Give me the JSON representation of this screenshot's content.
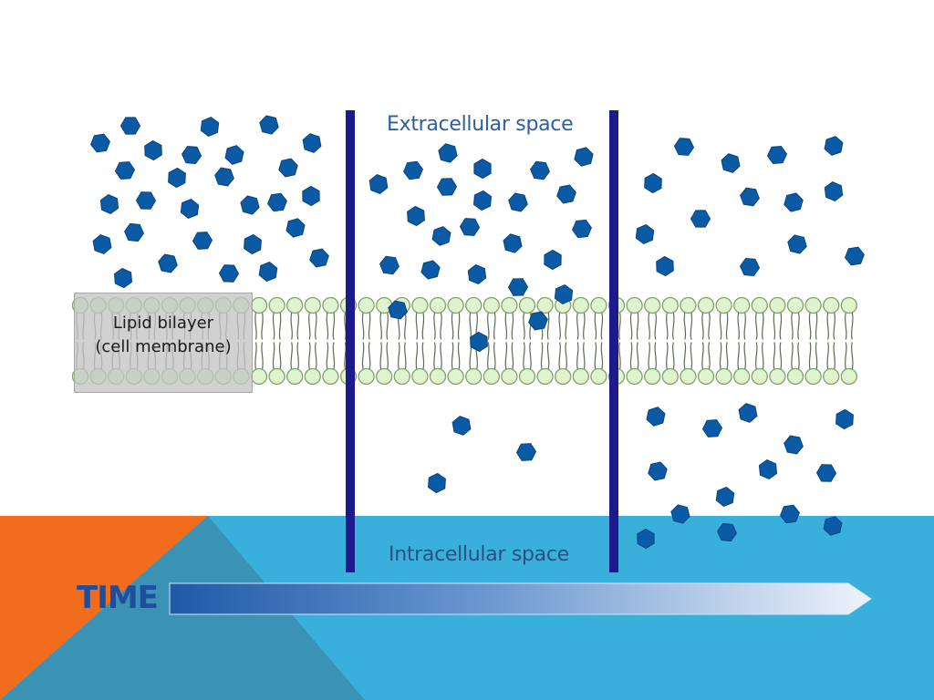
{
  "diagram": {
    "extracellular_label": "Extracellular space",
    "intracellular_label": "Intracellular space",
    "bilayer_label_line1": "Lipid bilayer",
    "bilayer_label_line2": "(cell membrane)",
    "time_label": "TIME"
  },
  "colors": {
    "molecule_fill": "#0a5aa6",
    "molecule_stroke": "#08437d",
    "lipid_head_fill": "#dff3cf",
    "lipid_head_stroke": "#7ea468",
    "divider": "#1c1a8c",
    "background_blue": "#39b0dc",
    "background_orange": "#f26c1d",
    "background_teal": "#3a93b4",
    "arrow_start": "#1f5aa8",
    "arrow_end": "#ecf2fb"
  },
  "icons": [
    "hexagon-molecule-icon",
    "phospholipid-icon",
    "time-arrow-icon"
  ]
}
